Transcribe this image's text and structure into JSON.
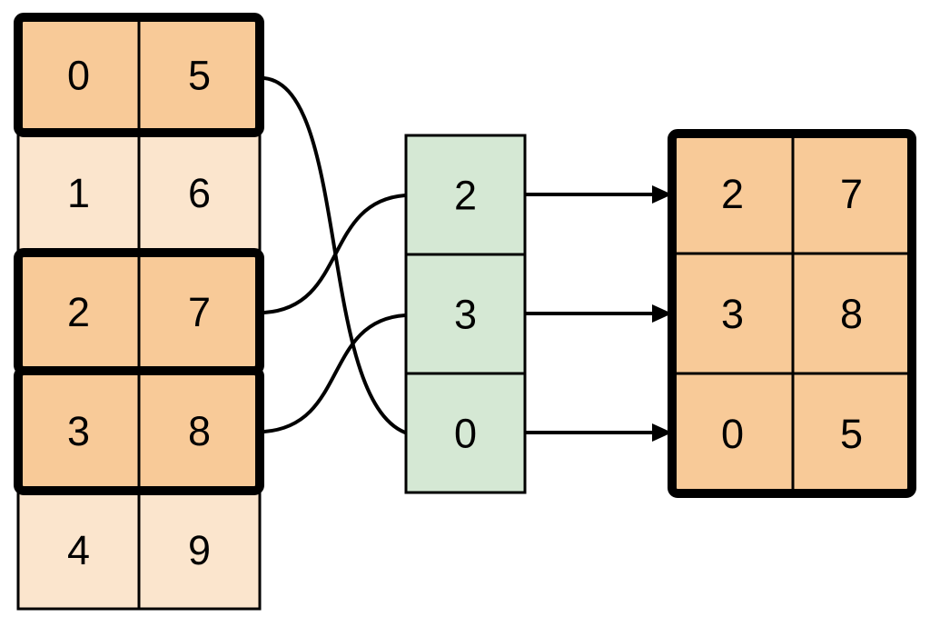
{
  "background": "#ffffff",
  "colors": {
    "highlighted_cell_fill": "#F8CA98",
    "plain_cell_fill": "#FBE5CD",
    "index_cell_fill": "#D5E8D4",
    "line_and_border": "#000000"
  },
  "source_table": {
    "columns": 2,
    "rows": [
      {
        "cells": [
          "0",
          "5"
        ],
        "highlighted": true
      },
      {
        "cells": [
          "1",
          "6"
        ],
        "highlighted": false
      },
      {
        "cells": [
          "2",
          "7"
        ],
        "highlighted": true
      },
      {
        "cells": [
          "3",
          "8"
        ],
        "highlighted": true
      },
      {
        "cells": [
          "4",
          "9"
        ],
        "highlighted": false
      }
    ]
  },
  "index_column": {
    "cells": [
      "2",
      "3",
      "0"
    ]
  },
  "output_table": {
    "rows": [
      {
        "cells": [
          "2",
          "7"
        ]
      },
      {
        "cells": [
          "3",
          "8"
        ]
      },
      {
        "cells": [
          "0",
          "5"
        ]
      }
    ]
  },
  "connections": {
    "curves": [
      {
        "from_source_row_values": "0,5",
        "to_index_value": "0"
      },
      {
        "from_source_row_values": "2,7",
        "to_index_value": "2"
      },
      {
        "from_source_row_values": "3,8",
        "to_index_value": "3"
      }
    ],
    "arrows": [
      {
        "from_index_value": "2",
        "to_output_row_values": "2,7"
      },
      {
        "from_index_value": "3",
        "to_output_row_values": "3,8"
      },
      {
        "from_index_value": "0",
        "to_output_row_values": "0,5"
      }
    ]
  }
}
